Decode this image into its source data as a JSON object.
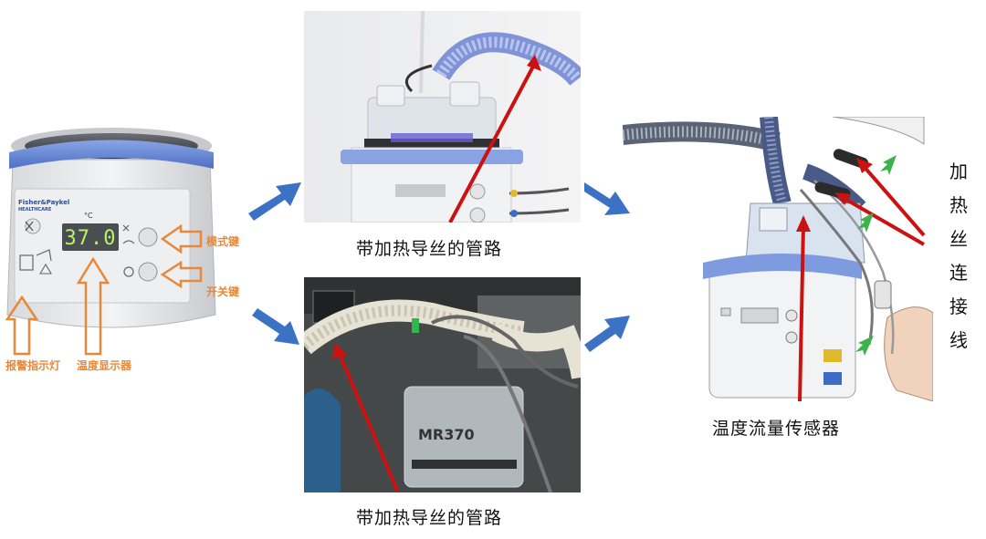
{
  "device_panel": {
    "brand_line1": "Fisher&Paykel",
    "brand_line2": "HEALTHCARE",
    "unit": "°C",
    "display_value": "37.0",
    "labels": {
      "mode_key": "模式键",
      "power_key": "开关键",
      "alarm_light": "报警指示灯",
      "temp_display": "温度显示器"
    }
  },
  "captions": {
    "top_tube": "带加热导丝的管路",
    "bottom_tube": "带加热导丝的管路",
    "sensor": "温度流量传感器",
    "heater_wire": [
      "加",
      "热",
      "丝",
      "连",
      "接",
      "线"
    ]
  },
  "photo_text": {
    "chamber_model": "MR370"
  },
  "colors": {
    "device_blue": "#5b7fd1",
    "arrow_blue": "#3b72c4",
    "pointer_red": "#cc1111",
    "label_orange": "#e8883a",
    "indicator_green": "#3bb34a"
  }
}
